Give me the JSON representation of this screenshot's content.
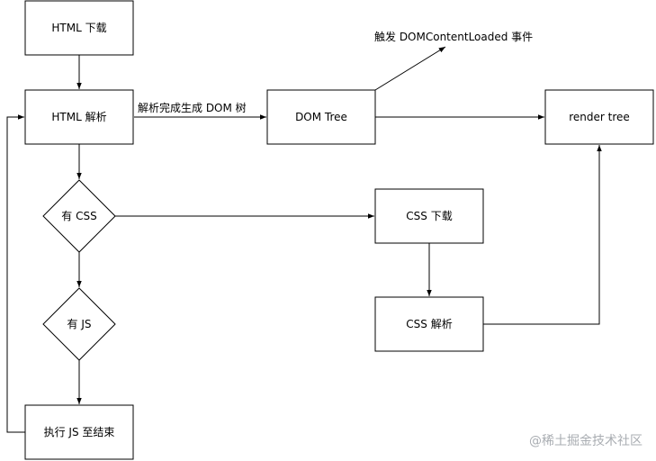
{
  "nodes": {
    "html_download": "HTML 下载",
    "html_parse": "HTML 解析",
    "dom_tree": "DOM Tree",
    "render_tree": "render tree",
    "has_css": "有 CSS",
    "css_download": "CSS 下载",
    "has_js": "有 JS",
    "css_parse": "CSS 解析",
    "exec_js": "执行 JS 至结束"
  },
  "edges": {
    "parse_done_label": "解析完成生成 DOM 树",
    "dom_loaded_label": "触发 DOMContentLoaded 事件"
  },
  "watermark": "@稀土掘金技术社区"
}
